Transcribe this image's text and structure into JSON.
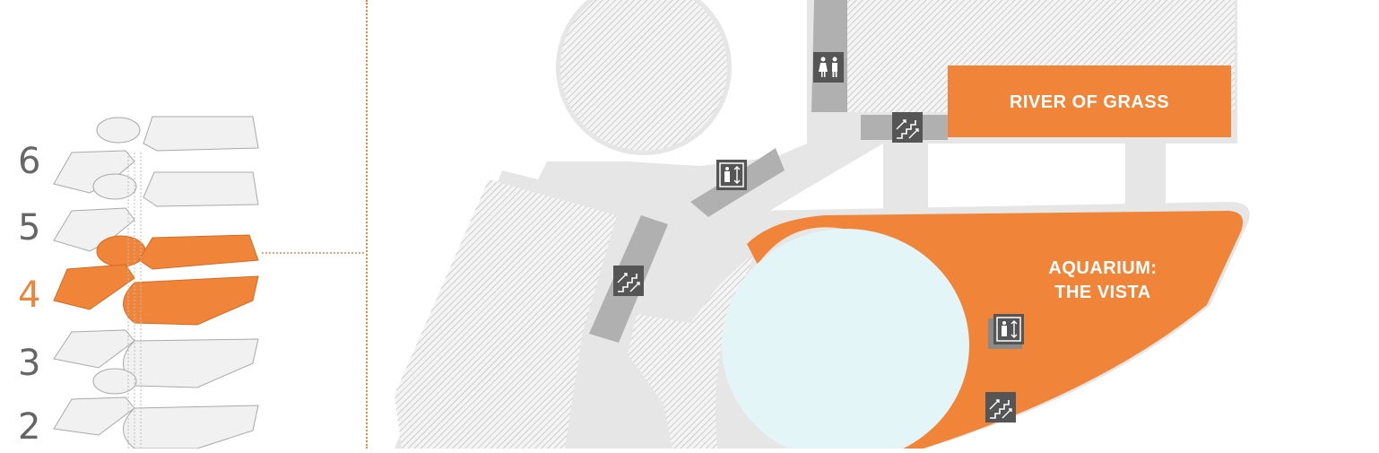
{
  "floor_selector": {
    "floors": [
      {
        "label": "6",
        "active": false
      },
      {
        "label": "5",
        "active": false
      },
      {
        "label": "4",
        "active": true
      },
      {
        "label": "3",
        "active": false
      },
      {
        "label": "2",
        "active": false
      }
    ]
  },
  "map": {
    "areas": {
      "river_of_grass": "RIVER OF GRASS",
      "aquarium_line1": "AQUARIUM:",
      "aquarium_line2": "THE VISTA"
    },
    "icons": [
      "restroom-icon",
      "escalator-icon",
      "elevator-icon"
    ]
  },
  "colors": {
    "accent": "#f0853a",
    "floor_base": "#e6e6e6",
    "path_gray": "#b0b0b0",
    "icon_bg": "#555555",
    "water": "#e3f5f6",
    "hatch": "#b9b9b9"
  }
}
